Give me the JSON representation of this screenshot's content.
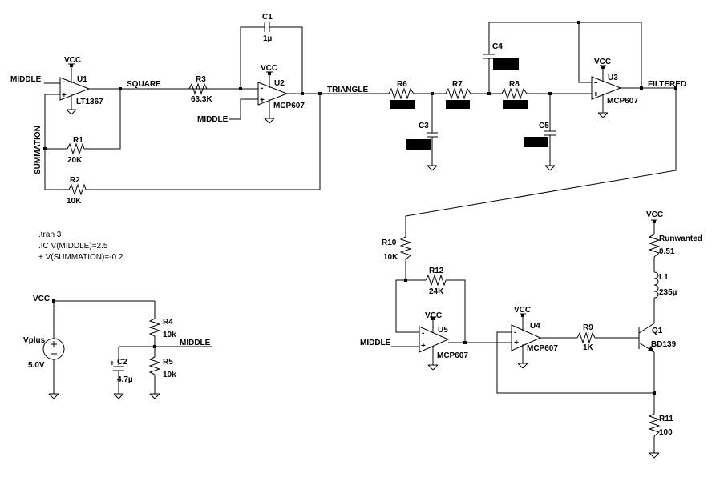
{
  "directives": {
    "line1": ".tran 3",
    "line2": ".IC  V(MIDDLE)=2.5",
    "line3": "+   V(SUMMATION)=-0.2"
  },
  "nets": {
    "middle_u1": "MIDDLE",
    "square": "SQUARE",
    "middle_u2": "MIDDLE",
    "triangle": "TRIANGLE",
    "filtered": "FILTERED",
    "summation": "SUMMATION",
    "middle_div": "MIDDLE",
    "middle_u5": "MIDDLE"
  },
  "supplies": {
    "u1": "VCC",
    "u2": "VCC",
    "u3": "VCC",
    "u5": "VCC",
    "u4": "VCC",
    "vplus": "VCC",
    "q1": "VCC"
  },
  "components": {
    "u1": {
      "ref": "U1",
      "value": "LT1367"
    },
    "u2": {
      "ref": "U2",
      "value": "MCP607"
    },
    "u3": {
      "ref": "U3",
      "value": "MCP607"
    },
    "u4": {
      "ref": "U4",
      "value": "MCP607"
    },
    "u5": {
      "ref": "U5",
      "value": "MCP607"
    },
    "c1": {
      "ref": "C1",
      "value": "1µ"
    },
    "c2": {
      "ref": "C2",
      "value": "4.7µ"
    },
    "c3": {
      "ref": "C3",
      "value": ""
    },
    "c4": {
      "ref": "C4",
      "value": ""
    },
    "c5": {
      "ref": "C5",
      "value": ""
    },
    "r1": {
      "ref": "R1",
      "value": "20K"
    },
    "r2": {
      "ref": "R2",
      "value": "10K"
    },
    "r3": {
      "ref": "R3",
      "value": "63.3K"
    },
    "r4": {
      "ref": "R4",
      "value": "10k"
    },
    "r5": {
      "ref": "R5",
      "value": "10k"
    },
    "r6": {
      "ref": "R6",
      "value": ""
    },
    "r7": {
      "ref": "R7",
      "value": ""
    },
    "r8": {
      "ref": "R8",
      "value": ""
    },
    "r9": {
      "ref": "R9",
      "value": "1K"
    },
    "r10": {
      "ref": "R10",
      "value": "10K"
    },
    "r11": {
      "ref": "R11",
      "value": "100"
    },
    "r12": {
      "ref": "R12",
      "value": "24K"
    },
    "runwanted": {
      "ref": "Runwanted",
      "value": "0.51"
    },
    "l1": {
      "ref": "L1",
      "value": "235µ"
    },
    "q1": {
      "ref": "Q1",
      "value": "BD139"
    },
    "vplus": {
      "ref": "Vplus",
      "value": "5.0V"
    }
  },
  "pin_marks": {
    "minus": "-",
    "plus": "+"
  },
  "colors": {
    "wire": "#000000",
    "background": "#ffffff"
  }
}
